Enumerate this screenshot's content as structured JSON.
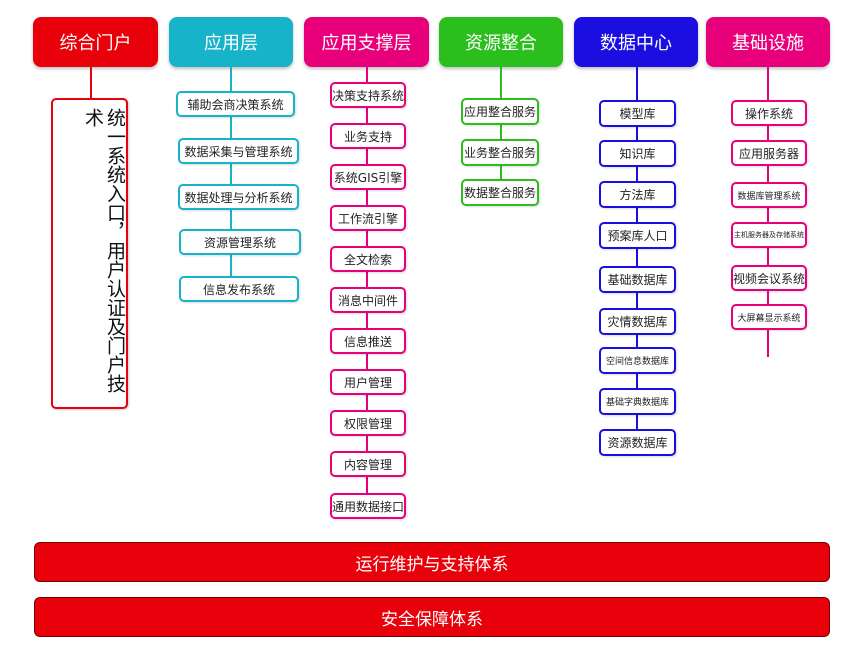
{
  "portal": {
    "header": "综合门户",
    "description": "统一系统入口，用户认证及门户技术"
  },
  "application": {
    "header": "应用层",
    "items": [
      "辅助会商决策系统",
      "数据采集与管理系统",
      "数据处理与分析系统",
      "资源管理系统",
      "信息发布系统"
    ]
  },
  "support": {
    "header": "应用支撑层",
    "items": [
      "决策支持系统",
      "业务支持",
      "系统GIS引擎",
      "工作流引擎",
      "全文检索",
      "消息中间件",
      "信息推送",
      "用户管理",
      "权限管理",
      "内容管理",
      "通用数据接口"
    ]
  },
  "integration": {
    "header": "资源整合",
    "items": [
      "应用整合服务",
      "业务整合服务",
      "数据整合服务"
    ]
  },
  "datacenter": {
    "header": "数据中心",
    "items": [
      "模型库",
      "知识库",
      "方法库",
      "预案库人口",
      "基础数据库",
      "灾情数据库",
      "空间信息数据库",
      "基础字典数据库",
      "资源数据库"
    ]
  },
  "infra": {
    "header": "基础设施",
    "items": [
      "操作系统",
      "应用服务器",
      "数据库管理系统",
      "主机服务器及存储系统",
      "视频会议系统",
      "大屏幕显示系统"
    ]
  },
  "bars": {
    "ops": "运行维护与支持体系",
    "security": "安全保障体系"
  },
  "colors": {
    "portal": "#e8000b",
    "application": "#17b3c9",
    "support": "#e8007a",
    "integration": "#2bbf1e",
    "datacenter": "#1a0ee0",
    "infra": "#e8007a"
  }
}
